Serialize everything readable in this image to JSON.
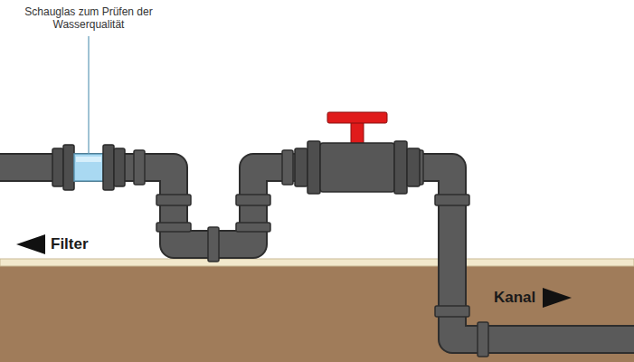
{
  "diagram": {
    "labels": [
      "Schauglas zum Prüfen der Wasserqualität",
      "Filter",
      "Kanal"
    ]
  }
}
